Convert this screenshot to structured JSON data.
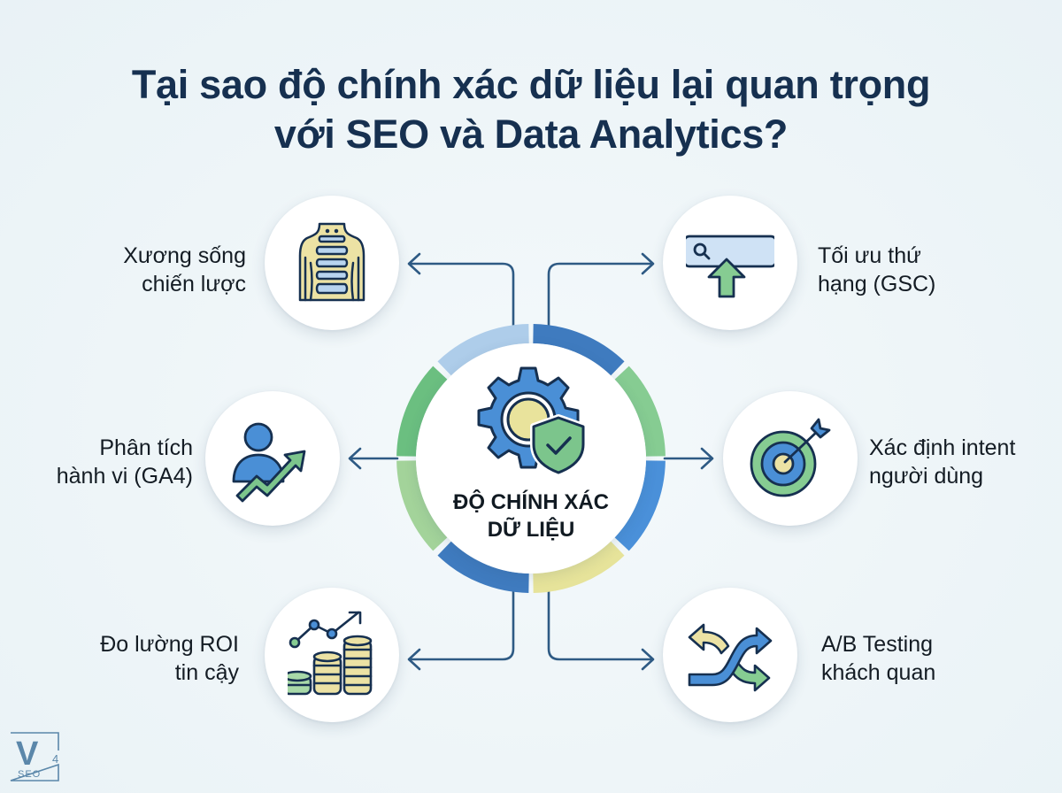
{
  "title": {
    "line1": "Tại sao độ chính xác dữ liệu lại quan trọng",
    "line2": "với SEO và Data Analytics?"
  },
  "center": {
    "line1": "ĐỘ CHÍNH XÁC",
    "line2": "DỮ LIỆU",
    "icon": "gear-shield-check-icon"
  },
  "nodes": [
    {
      "position": "top-left",
      "line1": "Xương sống",
      "line2": "chiến lược",
      "icon": "spine-icon"
    },
    {
      "position": "top-right",
      "line1": "Tối ưu thứ",
      "line2": "hạng (GSC)",
      "icon": "search-rank-up-icon"
    },
    {
      "position": "middle-left",
      "line1": "Phân tích",
      "line2": "hành vi (GA4)",
      "icon": "user-growth-icon"
    },
    {
      "position": "middle-right",
      "line1": "Xác định intent",
      "line2": "người dùng",
      "icon": "target-arrow-icon"
    },
    {
      "position": "bottom-left",
      "line1": "Đo lường ROI",
      "line2": "tin cậy",
      "icon": "coins-chart-icon"
    },
    {
      "position": "bottom-right",
      "line1": "A/B Testing",
      "line2": "khách quan",
      "icon": "split-arrows-icon"
    }
  ],
  "logo": {
    "mark": "V",
    "superscript": "4",
    "sub": "SEO"
  },
  "colors": {
    "background": "#eef5f8",
    "title": "#163050",
    "connector": "#2e5a84",
    "ring_light_blue": "#aecdea",
    "ring_dark_blue": "#3f7bbf",
    "ring_blue": "#4a90d9",
    "ring_green": "#6bbf80",
    "ring_light_green": "#a3d39a",
    "ring_mint": "#86cc92",
    "ring_yellow": "#e6e39a",
    "logo": "#5b87aa"
  }
}
